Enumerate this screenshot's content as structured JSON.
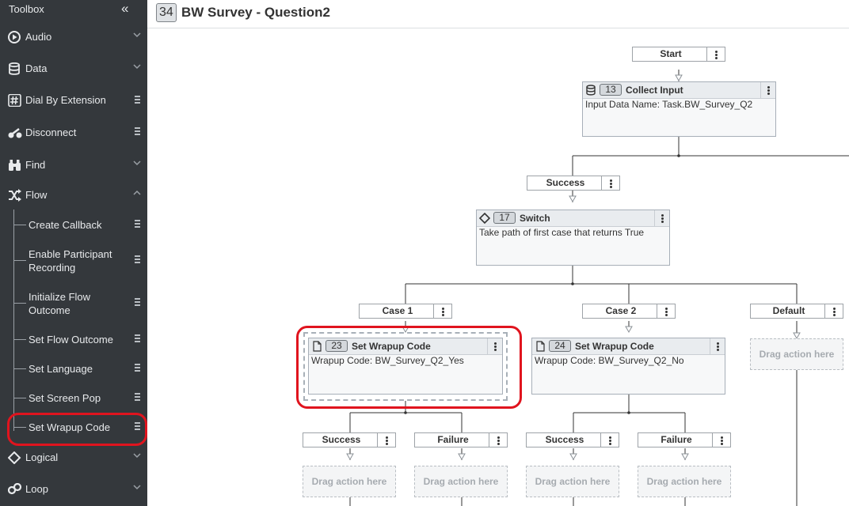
{
  "toolbox": {
    "title": "Toolbox",
    "categories": [
      {
        "label": "Audio"
      },
      {
        "label": "Data"
      },
      {
        "label": "Dial By Extension"
      },
      {
        "label": "Disconnect"
      },
      {
        "label": "Find"
      },
      {
        "label": "Flow"
      },
      {
        "label": "Logical"
      },
      {
        "label": "Loop"
      }
    ],
    "flow_items": [
      {
        "label": "Create Callback"
      },
      {
        "label": "Enable Participant Recording"
      },
      {
        "label": "Initialize Flow Outcome"
      },
      {
        "label": "Set Flow Outcome"
      },
      {
        "label": "Set Language"
      },
      {
        "label": "Set Screen Pop"
      },
      {
        "label": "Set Wrapup Code"
      }
    ]
  },
  "header": {
    "task_number": "34",
    "title": "BW Survey - Question2"
  },
  "flow": {
    "start_label": "Start",
    "collect_input": {
      "number": "13",
      "title": "Collect Input",
      "body": "Input Data Name: Task.BW_Survey_Q2"
    },
    "success_label": "Success",
    "switch": {
      "number": "17",
      "title": "Switch",
      "body": "Take path of first case that returns True"
    },
    "cases": [
      {
        "label": "Case 1",
        "action": {
          "number": "23",
          "title": "Set Wrapup Code",
          "body": "Wrapup Code: BW_Survey_Q2_Yes"
        }
      },
      {
        "label": "Case 2",
        "action": {
          "number": "24",
          "title": "Set Wrapup Code",
          "body": "Wrapup Code: BW_Survey_Q2_No"
        }
      },
      {
        "label": "Default",
        "drop": "Drag action here"
      }
    ],
    "outputs": [
      {
        "label": "Success",
        "drop": "Drag action here"
      },
      {
        "label": "Failure",
        "drop": "Drag action here"
      },
      {
        "label": "Success",
        "drop": "Drag action here"
      },
      {
        "label": "Failure",
        "drop": "Drag action here"
      }
    ]
  },
  "colors": {
    "sidebar_bg": "#34383c",
    "highlight": "#e0141e",
    "node_border": "#a7afb8"
  }
}
